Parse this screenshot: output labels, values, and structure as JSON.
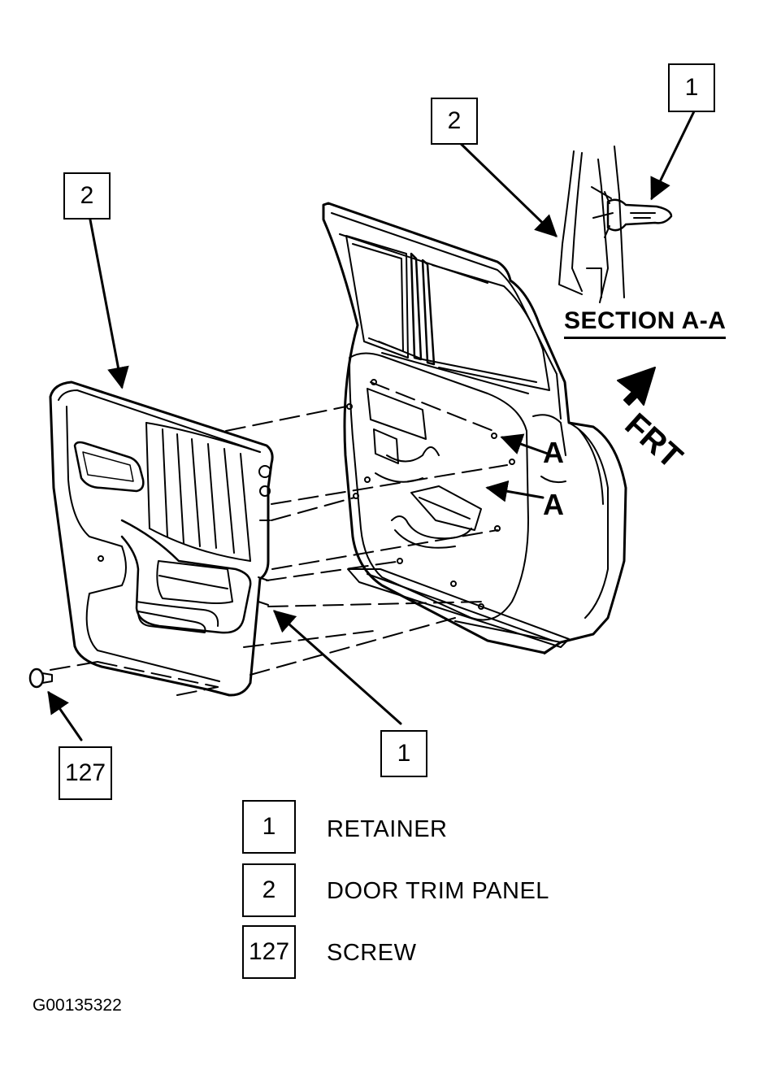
{
  "callouts": {
    "top_right_1": "1",
    "top_right_2": "2",
    "left_2": "2",
    "bottom_1": "1",
    "bottom_127": "127"
  },
  "section": {
    "title": "SECTION A-A",
    "marker_upper": "A",
    "marker_lower": "A"
  },
  "direction": {
    "label": "FRT"
  },
  "legend": [
    {
      "number": "1",
      "description": "RETAINER"
    },
    {
      "number": "2",
      "description": "DOOR TRIM PANEL"
    },
    {
      "number": "127",
      "description": "SCREW"
    }
  ],
  "figure_id": "G00135322",
  "icons": {
    "direction_arrow": "thick-arrow-icon",
    "retainer": "retainer-clip-icon",
    "screw": "screw-icon"
  },
  "colors": {
    "ink": "#000000",
    "paper": "#ffffff"
  }
}
